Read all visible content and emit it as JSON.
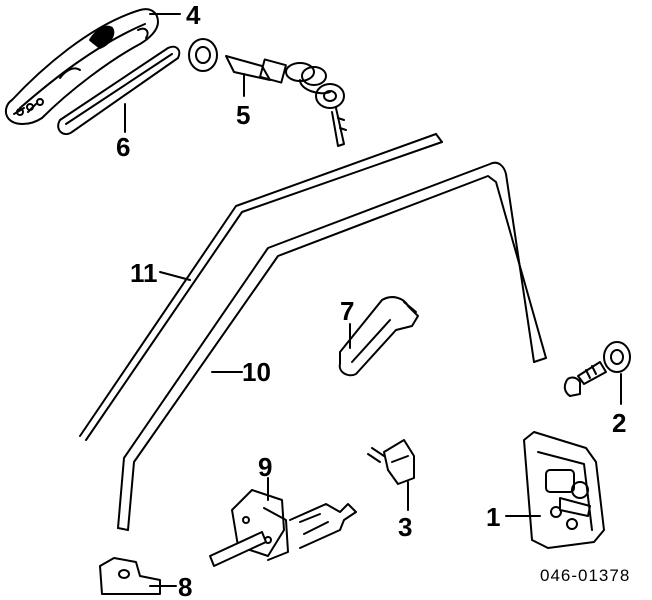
{
  "diagram": {
    "part_code": "046-01378",
    "callouts": [
      {
        "id": "p1",
        "number": "1"
      },
      {
        "id": "p2",
        "number": "2"
      },
      {
        "id": "p3",
        "number": "3"
      },
      {
        "id": "p4",
        "number": "4"
      },
      {
        "id": "p5",
        "number": "5"
      },
      {
        "id": "p6",
        "number": "6"
      },
      {
        "id": "p7",
        "number": "7"
      },
      {
        "id": "p8",
        "number": "8"
      },
      {
        "id": "p9",
        "number": "9"
      },
      {
        "id": "p10",
        "number": "10"
      },
      {
        "id": "p11",
        "number": "11"
      }
    ],
    "ink_color": "#000000",
    "background": "#ffffff"
  }
}
